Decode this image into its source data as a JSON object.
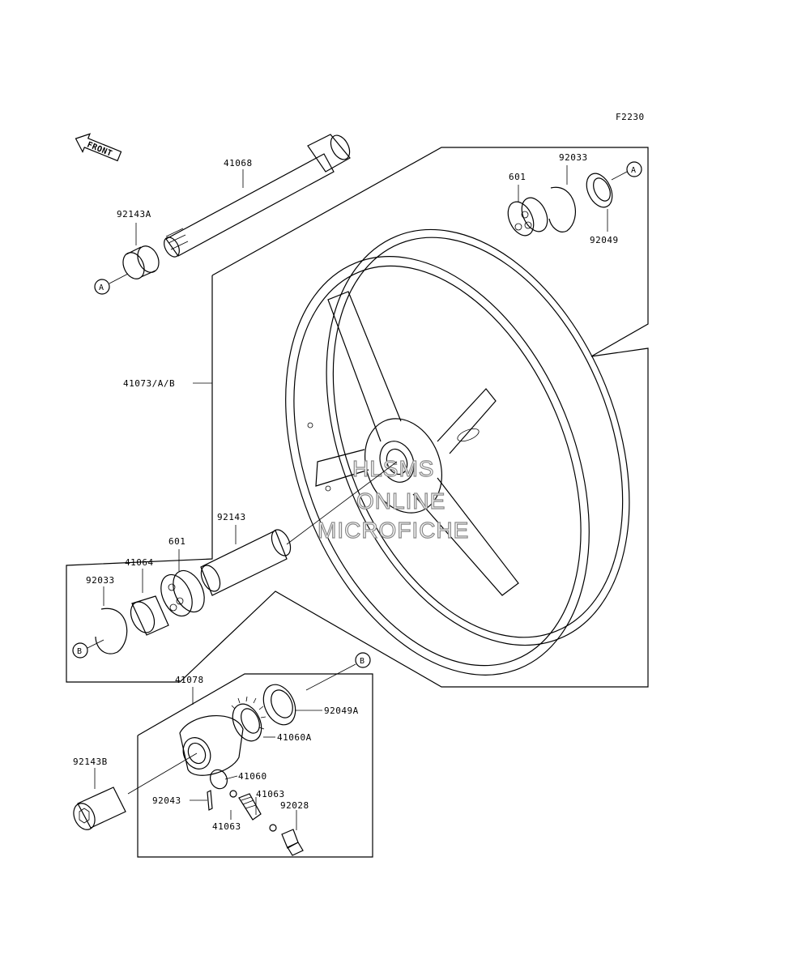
{
  "figure_code": "F2230",
  "front_label": "FRONT",
  "ref_markers": {
    "a": "A",
    "b": "B"
  },
  "parts": {
    "p41068": "41068",
    "p92143A": "92143A",
    "p92033_top": "92033",
    "p601_top": "601",
    "p92049": "92049",
    "p41073": "41073/A/B",
    "p92143": "92143",
    "p601_left": "601",
    "p41064": "41064",
    "p92033_left": "92033",
    "p41078": "41078",
    "p92049A": "92049A",
    "p41060A": "41060A",
    "p92143B": "92143B",
    "p41060": "41060",
    "p41063_a": "41063",
    "p92043": "92043",
    "p92028": "92028",
    "p41063_b": "41063"
  },
  "watermark": {
    "line1": "HLSMS",
    "line2": "ONLINE",
    "line3": "MICROFICHE"
  }
}
